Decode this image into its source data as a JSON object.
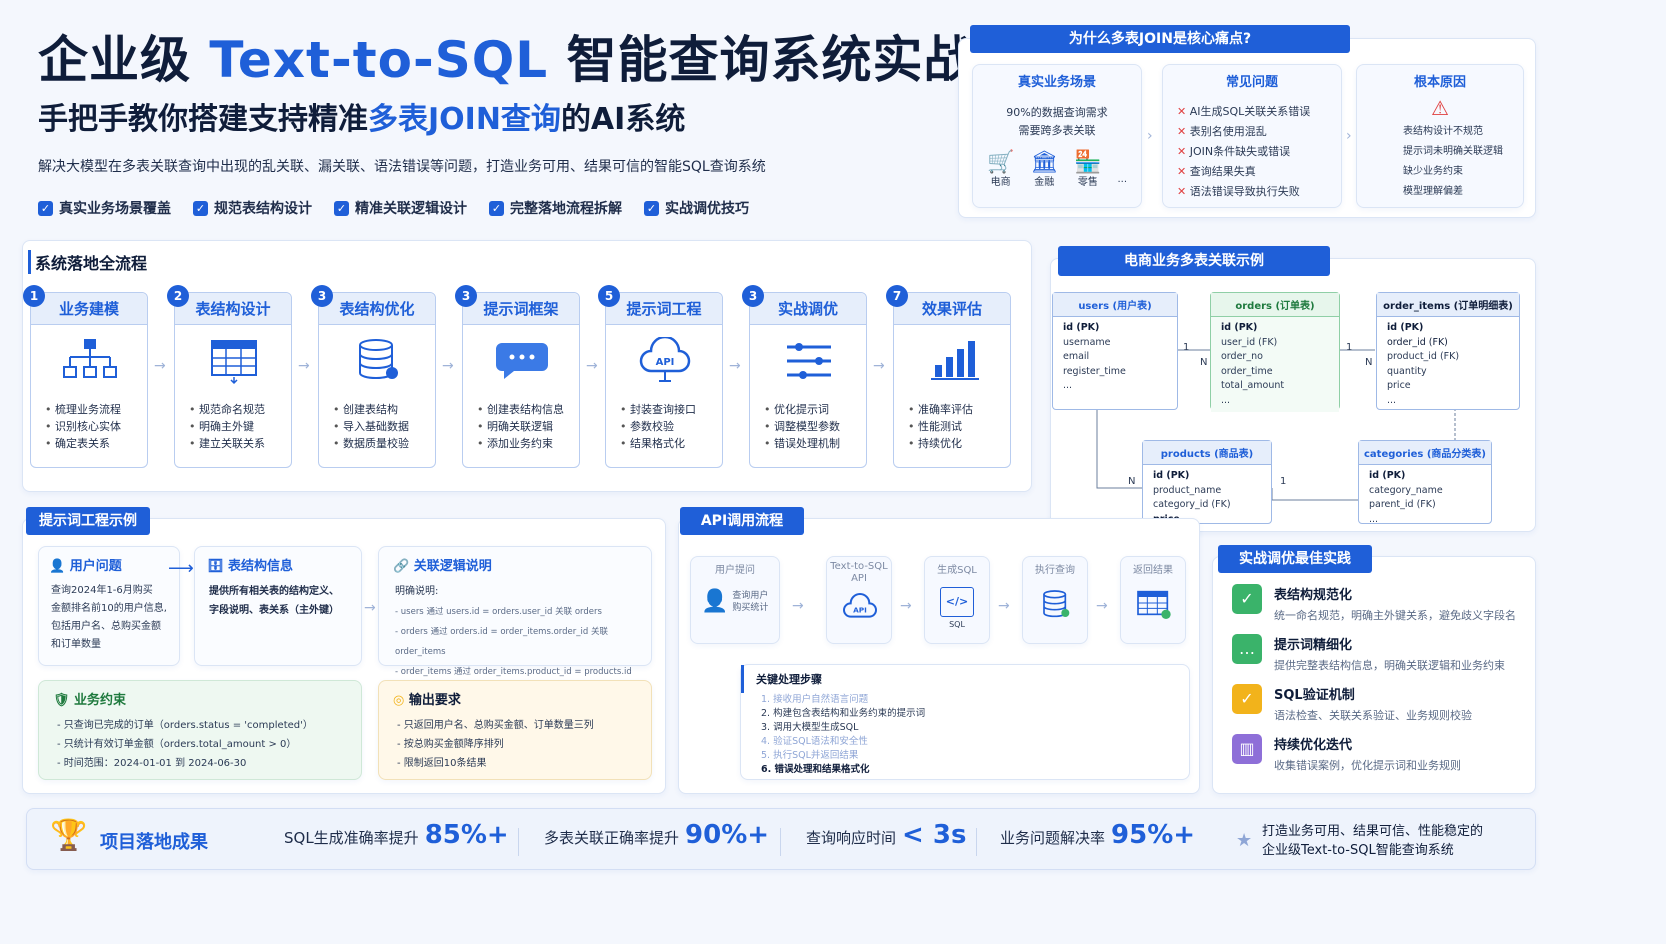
{
  "header": {
    "title_a": "企业级 ",
    "title_b": "Text-to-SQL",
    "title_c": " 智能查询系统实战",
    "sub_a": "手把手教你搭建支持精准",
    "sub_b": "多表JOIN查询",
    "sub_c": "的AI系统",
    "desc": "解决大模型在多表关联查询中出现的乱关联、漏关联、语法错误等问题，打造业务可用、结果可信的智能SQL查询系统",
    "checks": [
      "真实业务场景覆盖",
      "规范表结构设计",
      "精准关联逻辑设计",
      "完整落地流程拆解",
      "实战调优技巧"
    ]
  },
  "why": {
    "tab": "为什么多表JOIN是核心痛点?",
    "col1": {
      "title": "真实业务场景",
      "text": [
        "90%的数据查询需求",
        "需要跨多表关联"
      ],
      "icons": [
        "电商",
        "金融",
        "零售",
        "..."
      ]
    },
    "col2": {
      "title": "常见问题",
      "items": [
        "AI生成SQL关联关系错误",
        "表别名使用混乱",
        "JOIN条件缺失或错误",
        "查询结果失真",
        "语法错误导致执行失败"
      ]
    },
    "col3": {
      "title": "根本原因",
      "items": [
        "表结构设计不规范",
        "提示词未明确关联逻辑",
        "缺少业务约束",
        "模型理解偏差"
      ]
    }
  },
  "flow": {
    "title": "系统落地全流程",
    "steps": [
      {
        "num": "1",
        "title": "业务建模",
        "items": [
          "梳理业务流程",
          "识别核心实体",
          "确定表关系"
        ]
      },
      {
        "num": "2",
        "title": "表结构设计",
        "items": [
          "规范命名规范",
          "明确主外键",
          "建立关联关系"
        ]
      },
      {
        "num": "3",
        "title": "表结构优化",
        "items": [
          "创建表结构",
          "导入基础数据",
          "数据质量校验"
        ]
      },
      {
        "num": "3",
        "title": "提示词框架",
        "items": [
          "创建表结构信息",
          "明确关联逻辑",
          "添加业务约束"
        ]
      },
      {
        "num": "5",
        "title": "提示词工程",
        "items": [
          "封装查询接口",
          "参数校验",
          "结果格式化"
        ]
      },
      {
        "num": "3",
        "title": "实战调优",
        "items": [
          "优化提示词",
          "调整模型参数",
          "错误处理机制"
        ]
      },
      {
        "num": "7",
        "title": "效果评估",
        "items": [
          "准确率评估",
          "性能测试",
          "持续优化"
        ]
      }
    ]
  },
  "er": {
    "tab": "电商业务多表关联示例",
    "tables": [
      {
        "name": "users (用户表)",
        "fields": [
          "id (PK)",
          "username",
          "email",
          "register_time",
          "..."
        ]
      },
      {
        "name": "orders (订单表)",
        "fields": [
          "id (PK)",
          "user_id (FK)",
          "order_no",
          "order_time",
          "total_amount",
          "..."
        ]
      },
      {
        "name": "order_items (订单明细表)",
        "fields": [
          "id (PK)",
          "order_id (FK)",
          "product_id (FK)",
          "quantity",
          "price",
          "..."
        ]
      },
      {
        "name": "products (商品表)",
        "fields": [
          "id (PK)",
          "product_name",
          "category_id (FK)",
          "price"
        ]
      },
      {
        "name": "categories (商品分类表)",
        "fields": [
          "id (PK)",
          "category_name",
          "parent_id (FK)",
          "..."
        ]
      }
    ],
    "marks": {
      "one": "1",
      "many": "N"
    }
  },
  "prompt": {
    "tab": "提示词工程示例",
    "q_title": "用户问题",
    "q_text": [
      "查询2024年1-6月购买",
      "金额排名前10的用户信息,",
      "包括用户名、总购买金额",
      "和订单数量"
    ],
    "s_title": "表结构信息",
    "s_text": [
      "提供所有相关表的结构定义、",
      "字段说明、表关系（主外键）"
    ],
    "j_title": "关联逻辑说明",
    "j_head": "明确说明:",
    "j_items": [
      "- users 通过 users.id = orders.user_id 关联 orders",
      "- orders 通过 orders.id = order_items.order_id 关联 order_items",
      "- order_items 通过 order_items.product_id = products.id 关联 products"
    ],
    "b_title": "业务约束",
    "b_items": [
      "- 只查询已完成的订单（orders.status = 'completed'）",
      "- 只统计有效订单金额（orders.total_amount > 0）",
      "- 时间范围：2024-01-01 到 2024-06-30"
    ],
    "o_title": "输出要求",
    "o_items": [
      "- 只返回用户名、总购买金额、订单数量三列",
      "- 按总购买金额降序排列",
      "- 限制返回10条结果"
    ]
  },
  "api": {
    "tab": "API调用流程",
    "labels": [
      "用户提问",
      "Text-to-SQL API",
      "生成SQL",
      "执行查询",
      "返回结果"
    ],
    "user_text": [
      "查询用户",
      "购买统计"
    ],
    "sql_label": "SQL",
    "steps_title": "关键处理步骤",
    "steps": [
      "1. 接收用户自然语言问题",
      "2. 构建包含表结构和业务约束的提示词",
      "3. 调用大模型生成SQL",
      "4. 验证SQL语法和安全性",
      "5. 执行SQL并返回结果",
      "6. 错误处理和结果格式化"
    ]
  },
  "best": {
    "tab": "实战调优最佳实践",
    "items": [
      {
        "title": "表结构规范化",
        "desc": "统一命名规范，明确主外键关系，避免歧义字段名",
        "color": "#3ab36a",
        "icon": "check-doc-icon"
      },
      {
        "title": "提示词精细化",
        "desc": "提供完整表结构信息，明确关联逻辑和业务约束",
        "color": "#3ab36a",
        "icon": "chat-icon"
      },
      {
        "title": "SQL验证机制",
        "desc": "语法检查、关联关系验证、业务规则校验",
        "color": "#f2b31b",
        "icon": "shield-icon"
      },
      {
        "title": "持续优化迭代",
        "desc": "收集错误案例，优化提示词和业务规则",
        "color": "#8e6fd8",
        "icon": "chart-icon"
      }
    ]
  },
  "result": {
    "title": "项目落地成果",
    "kpis": [
      {
        "label": "SQL生成准确率提升",
        "value": "85%+"
      },
      {
        "label": "多表关联正确率提升",
        "value": "90%+"
      },
      {
        "label": "查询响应时间",
        "value": "< 3s"
      },
      {
        "label": "业务问题解决率",
        "value": "95%+"
      }
    ],
    "summary": [
      "打造业务可用、结果可信、性能稳定的",
      "企业级Text-to-SQL智能查询系统"
    ]
  }
}
